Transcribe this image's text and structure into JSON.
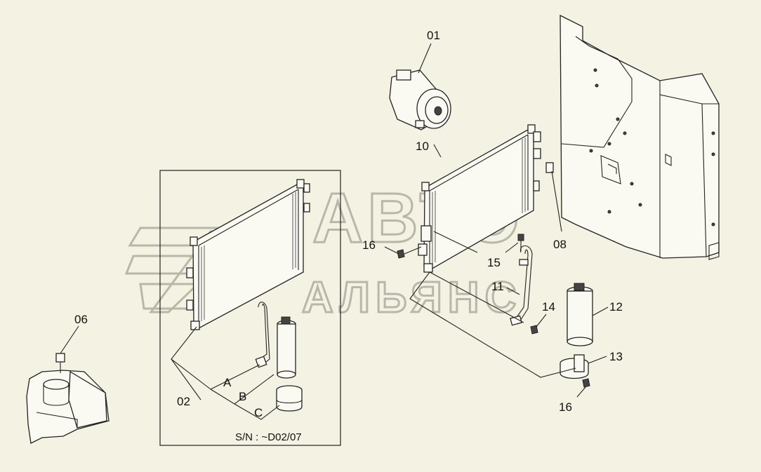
{
  "watermark": {
    "line1": "АВТО",
    "line2": "АЛЬЯНС"
  },
  "labels": {
    "compressor": "01",
    "condenser_kit": "02",
    "mount_block": "06",
    "bracket_panel": "08",
    "condenser": "10",
    "pipe": "11",
    "receiver_drier": "12",
    "clamp": "13",
    "bolt_14": "14",
    "bolt_15": "15",
    "bolt_16_upper": "16",
    "bolt_16_lower": "16",
    "sub_a": "A",
    "sub_b": "B",
    "sub_c": "C"
  },
  "serial_note": "S/N :  ~D02/07",
  "colors": {
    "background": "#f4f2e3",
    "ink": "#222222",
    "watermark": "#b9b7a8"
  }
}
